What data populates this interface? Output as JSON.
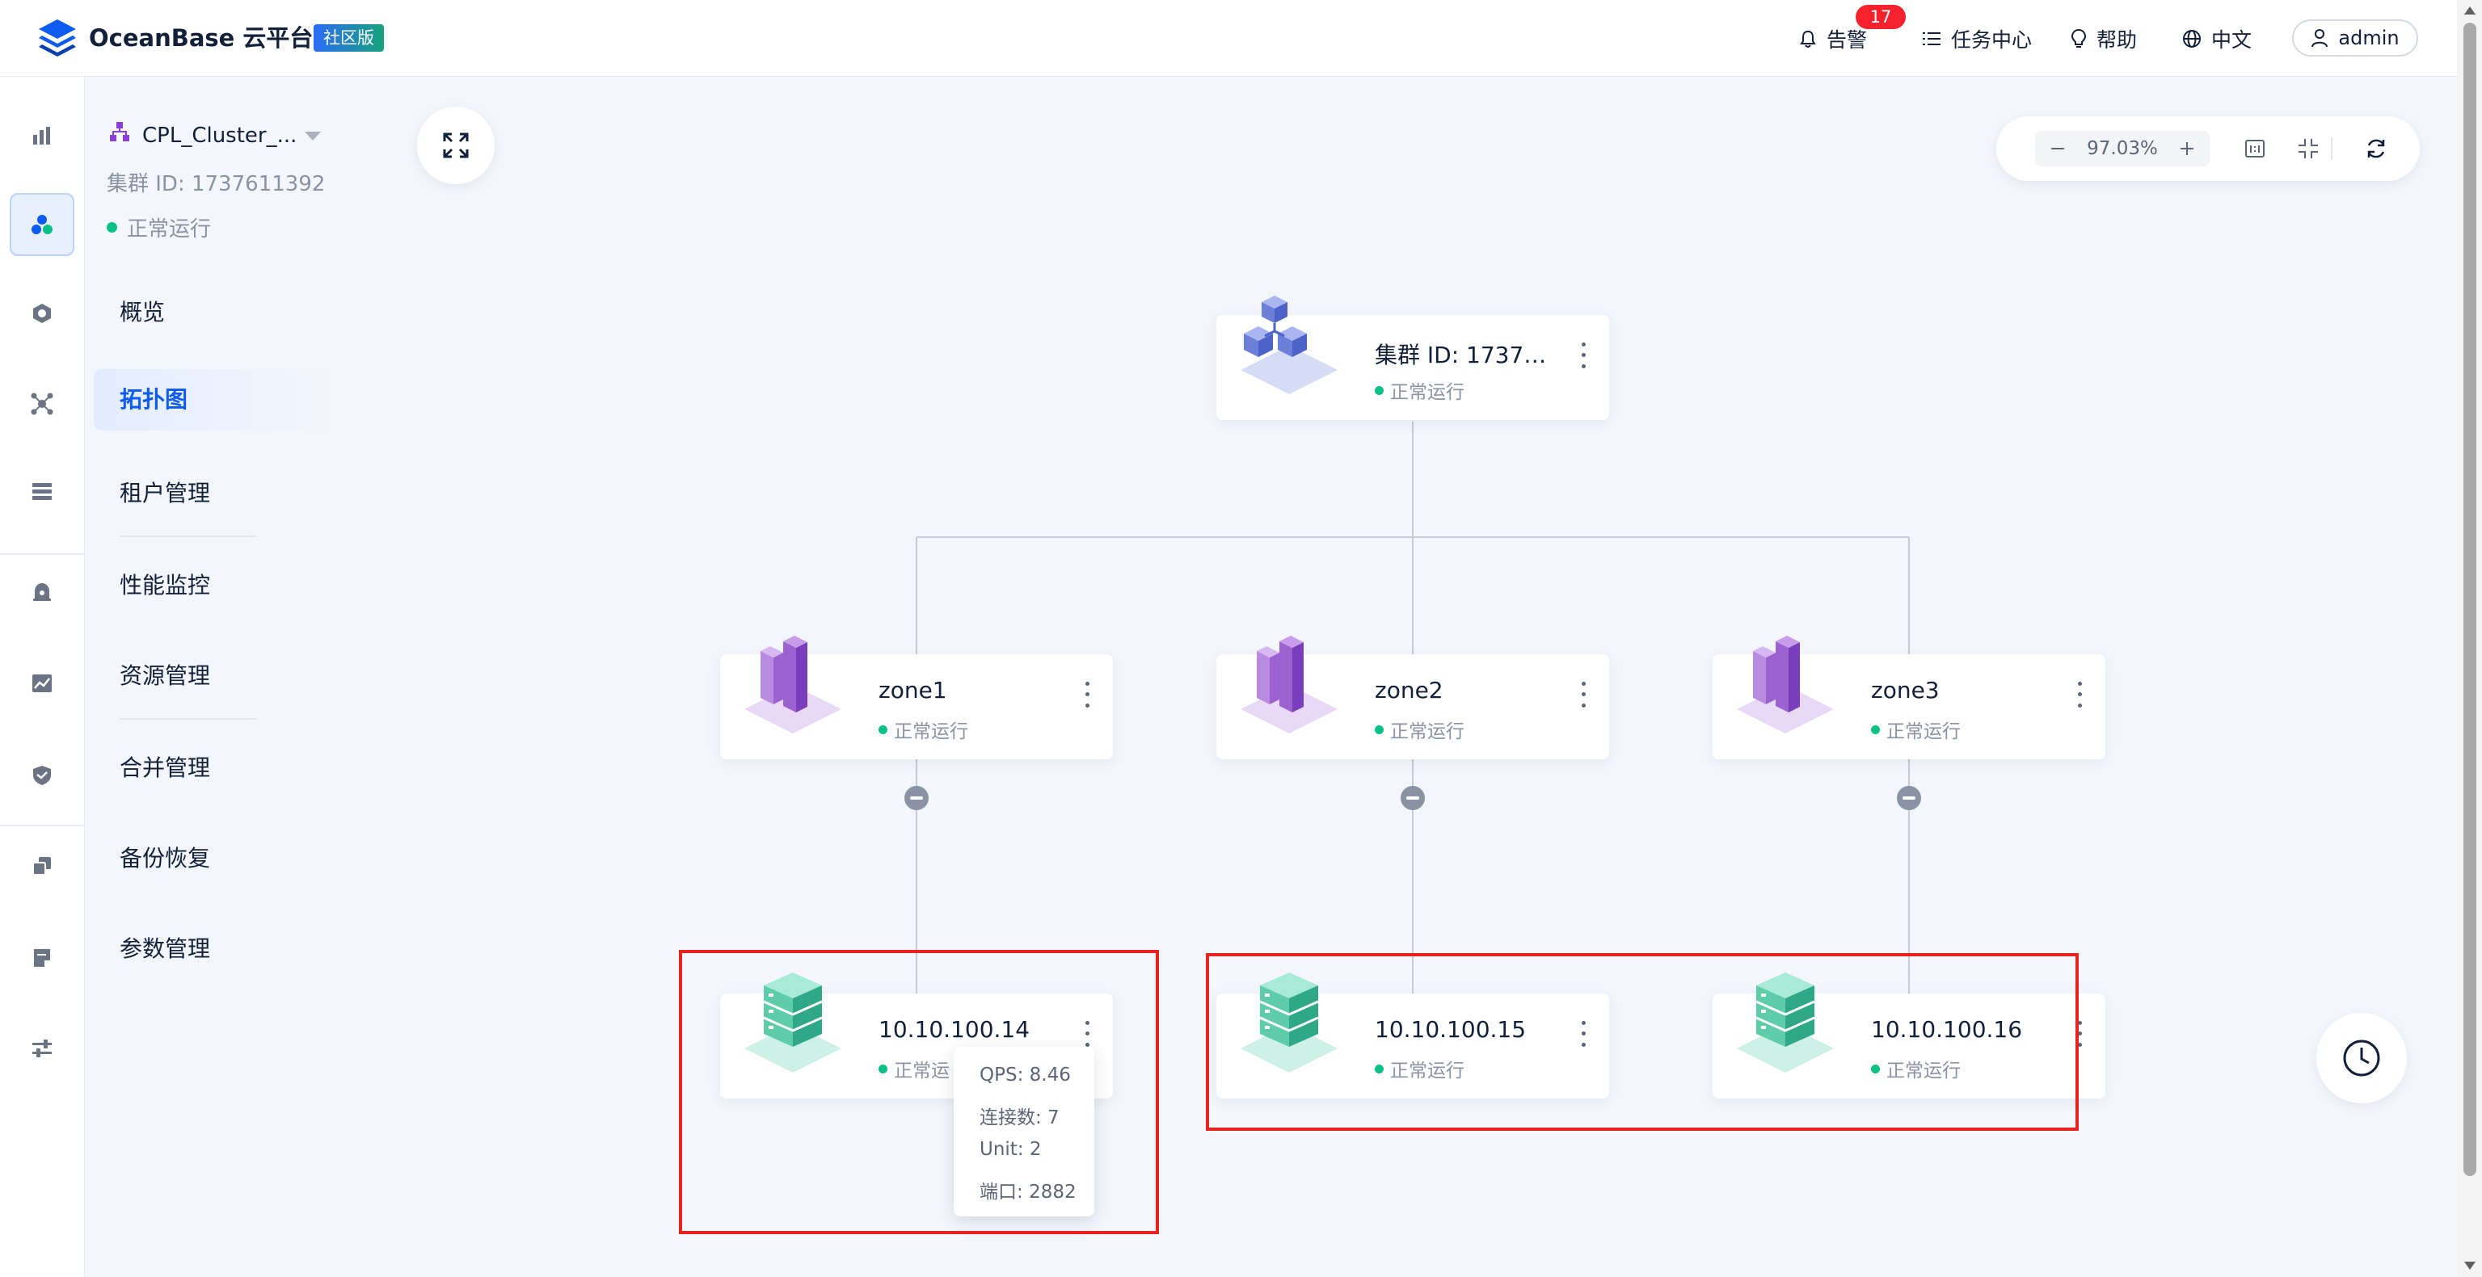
{
  "header": {
    "brand": "OceanBase 云平台",
    "edition": "社区版",
    "alarm_label": "告警",
    "alarm_count": "17",
    "tasks_label": "任务中心",
    "help_label": "帮助",
    "language_label": "中文",
    "user_label": "admin"
  },
  "cluster": {
    "name": "CPL_Cluster_...",
    "id_text": "集群 ID: 1737611392",
    "status": "正常运行"
  },
  "menu": {
    "items": [
      "概览",
      "拓扑图",
      "租户管理",
      "性能监控",
      "资源管理",
      "合并管理",
      "备份恢复",
      "参数管理"
    ],
    "active": "拓扑图"
  },
  "toolbar": {
    "zoom": "97.03%"
  },
  "topology": {
    "root": {
      "title": "集群 ID: 1737…",
      "status": "正常运行"
    },
    "zones": [
      {
        "title": "zone1",
        "status": "正常运行"
      },
      {
        "title": "zone2",
        "status": "正常运行"
      },
      {
        "title": "zone3",
        "status": "正常运行"
      }
    ],
    "servers": [
      {
        "title": "10.10.100.14",
        "status": "正常运"
      },
      {
        "title": "10.10.100.15",
        "status": "正常运行"
      },
      {
        "title": "10.10.100.16",
        "status": "正常运行"
      }
    ]
  },
  "tooltip": {
    "qps": "QPS: 8.46",
    "connections": "连接数: 7",
    "unit": "Unit: 2",
    "port": "端口: 2882"
  },
  "colors": {
    "accent": "#0d5bf0",
    "status_ok": "#0ac185",
    "highlight": "#e8231c",
    "alarm": "#f5222d"
  }
}
